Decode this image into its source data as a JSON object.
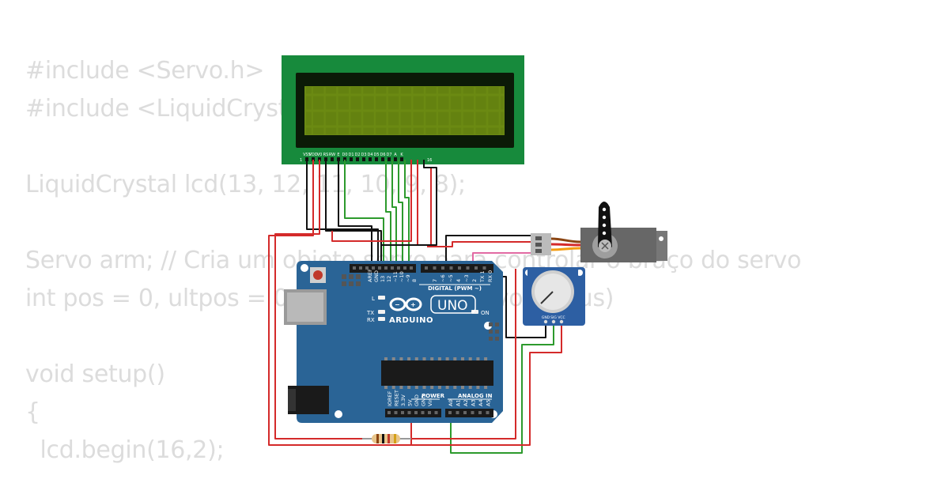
{
  "code_lines": [
    "#include <Servo.h>",
    "#include <LiquidCrystal.h>",
    "",
    "LiquidCrystal lcd(13, 12, 11, 10, 9, 8);",
    "",
    "Servo arm; // Cria um objeto servo para controlar o braço do servo",
    "int pos = 0, ultpos = 0; // posição do servo (graus)",
    "",
    "void setup()",
    "{",
    "  lcd.begin(16,2);"
  ],
  "lcd": {
    "pin_labels": [
      "VSS",
      "VDD",
      "V0",
      "RS",
      "RW",
      "E",
      "D0",
      "D1",
      "D2",
      "D3",
      "D4",
      "D5",
      "D6",
      "D7",
      "A",
      "K"
    ],
    "pin_first": "1",
    "pin_last": "16"
  },
  "arduino": {
    "logo_text": "ARDUINO",
    "model": "UNO",
    "digital_label": "DIGITAL (PWM ~)",
    "top_header_labels": [
      "AREF",
      "GND",
      "13",
      "12",
      "~11",
      "~10",
      "~9",
      "8",
      "7",
      "~6",
      "~5",
      "4",
      "~3",
      "2",
      "TX 1",
      "RX 0"
    ],
    "power_label": "POWER",
    "analog_label": "ANALOG IN",
    "power_pins": [
      "IOREF",
      "RESET",
      "3.3V",
      "5V",
      "GND",
      "GND",
      "Vin"
    ],
    "analog_pins": [
      "A0",
      "A1",
      "A2",
      "A3",
      "A4",
      "A5"
    ],
    "led_l": "L",
    "led_tx": "TX",
    "led_rx": "RX",
    "on_label": "ON"
  },
  "potentiometer": {
    "pin_labels": [
      "GND",
      "SIG",
      "VCC"
    ]
  },
  "colors": {
    "board_blue": "#2a6496",
    "lcd_green": "#178a3c",
    "lcd_screen": "#6b8a12",
    "wire_red": "#d42a2a",
    "wire_black": "#111111",
    "wire_green": "#2d9a2d",
    "wire_pink": "#e26aa3",
    "code_text": "#dcdcdc"
  }
}
